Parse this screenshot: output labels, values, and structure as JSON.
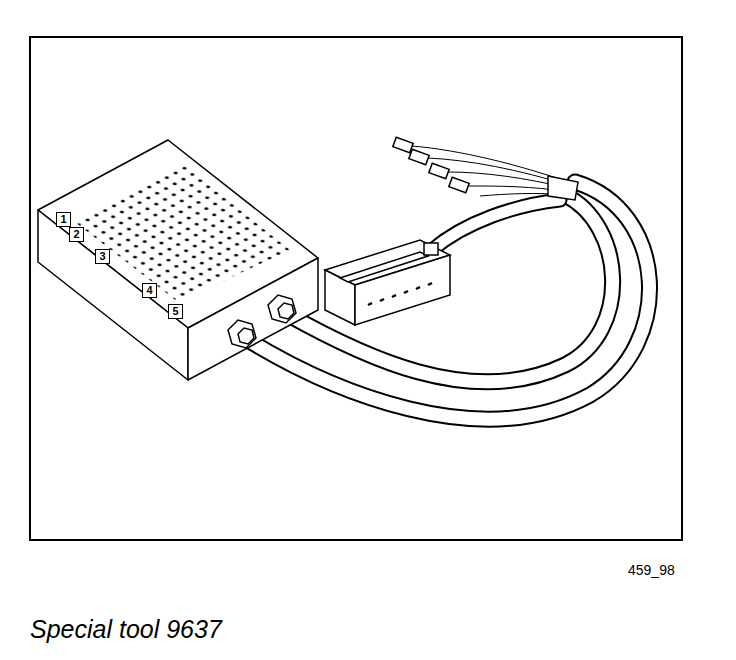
{
  "diagram": {
    "caption": "Special tool 9637",
    "labels": [
      "1",
      "2",
      "3",
      "4",
      "5",
      "459_98"
    ]
  }
}
